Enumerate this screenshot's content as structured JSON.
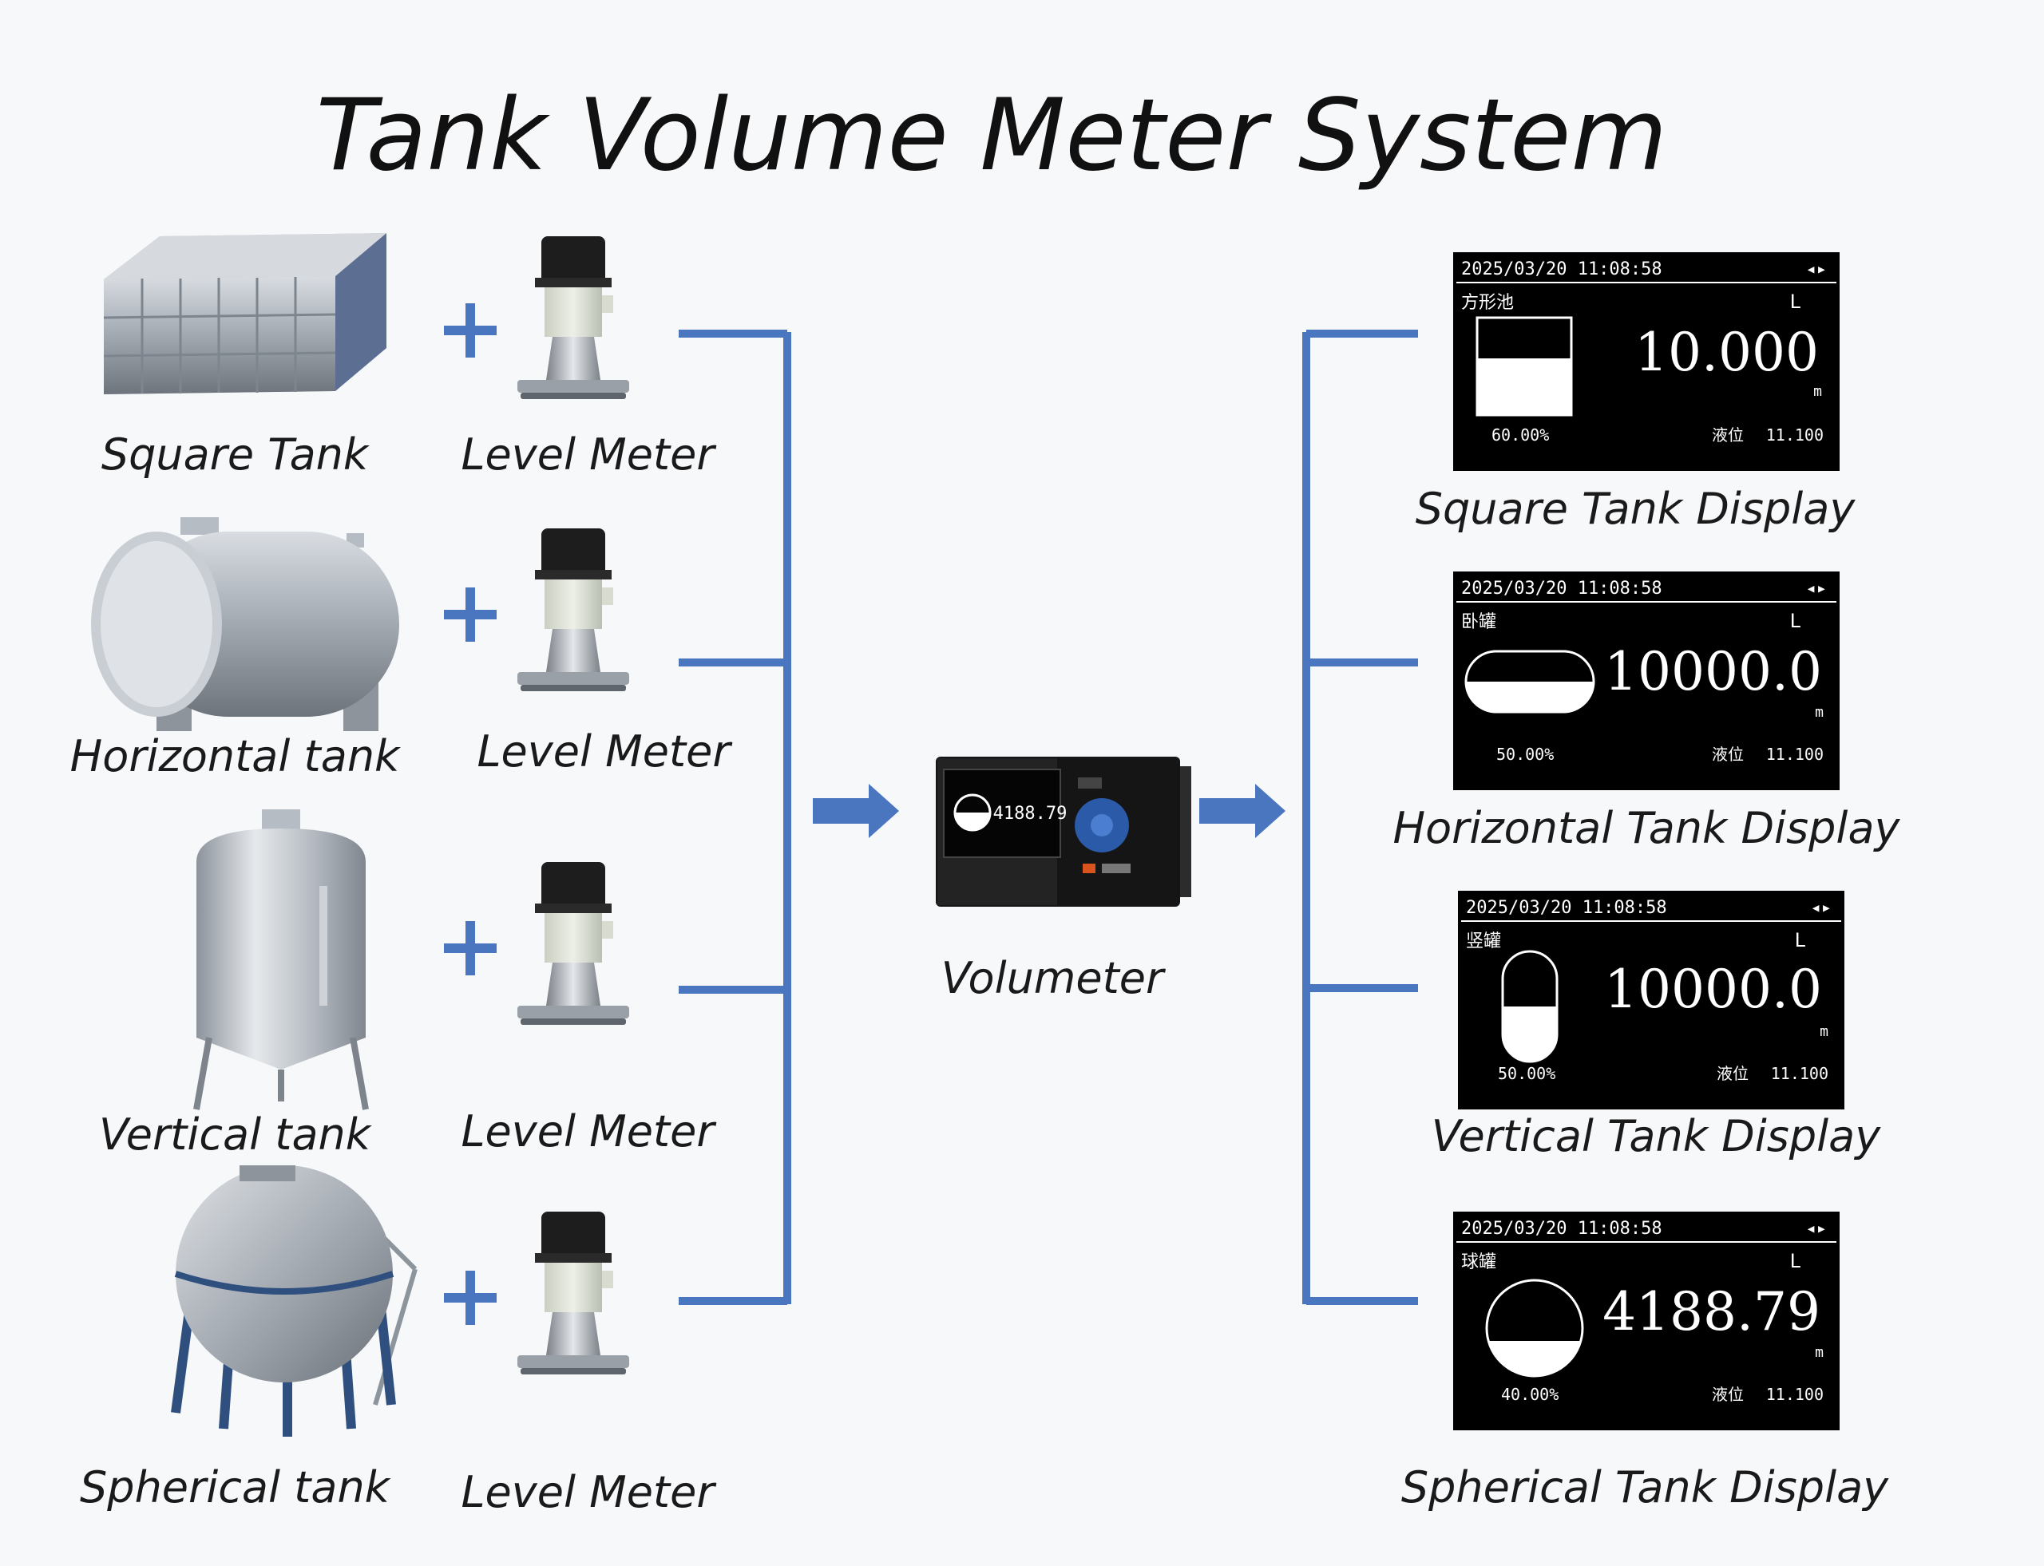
{
  "title": "Tank Volume Meter System",
  "colors": {
    "connector": "#4a76c0",
    "lcd_bg": "#000000",
    "lcd_fg": "#ffffff"
  },
  "tanks": [
    {
      "label": "Square Tank",
      "icon": "square-tank-icon",
      "meter_label": "Level Meter"
    },
    {
      "label": "Horizontal tank",
      "icon": "horizontal-tank-icon",
      "meter_label": "Level Meter"
    },
    {
      "label": "Vertical tank",
      "icon": "vertical-tank-icon",
      "meter_label": "Level Meter"
    },
    {
      "label": "Spherical tank",
      "icon": "spherical-tank-icon",
      "meter_label": "Level Meter"
    }
  ],
  "plus_sign": "+",
  "volumeter": {
    "label": "Volumeter",
    "screen_value": "4188.79"
  },
  "displays": [
    {
      "label": "Square Tank Display",
      "datetime": "2025/03/20 11:08:58",
      "nav": "◂▸",
      "name": "方形池",
      "unit": "L",
      "value": "10.000",
      "sub_unit": "m",
      "percent": "60.00%",
      "level_label": "液位",
      "level_value": "11.100",
      "shape": "rectangle",
      "fill_fraction": 0.6
    },
    {
      "label": "Horizontal Tank Display",
      "datetime": "2025/03/20 11:08:58",
      "nav": "◂▸",
      "name": "卧罐",
      "unit": "L",
      "value": "10000.0",
      "sub_unit": "m",
      "percent": "50.00%",
      "level_label": "液位",
      "level_value": "11.100",
      "shape": "capsule-horizontal",
      "fill_fraction": 0.5
    },
    {
      "label": "Vertical Tank Display",
      "datetime": "2025/03/20 11:08:58",
      "nav": "◂▸",
      "name": "竖罐",
      "unit": "L",
      "value": "10000.0",
      "sub_unit": "m",
      "percent": "50.00%",
      "level_label": "液位",
      "level_value": "11.100",
      "shape": "capsule-vertical",
      "fill_fraction": 0.5
    },
    {
      "label": "Spherical Tank Display",
      "datetime": "2025/03/20 11:08:58",
      "nav": "◂▸",
      "name": "球罐",
      "unit": "L",
      "value": "4188.79",
      "sub_unit": "m",
      "percent": "40.00%",
      "level_label": "液位",
      "level_value": "11.100",
      "shape": "circle",
      "fill_fraction": 0.4
    }
  ]
}
